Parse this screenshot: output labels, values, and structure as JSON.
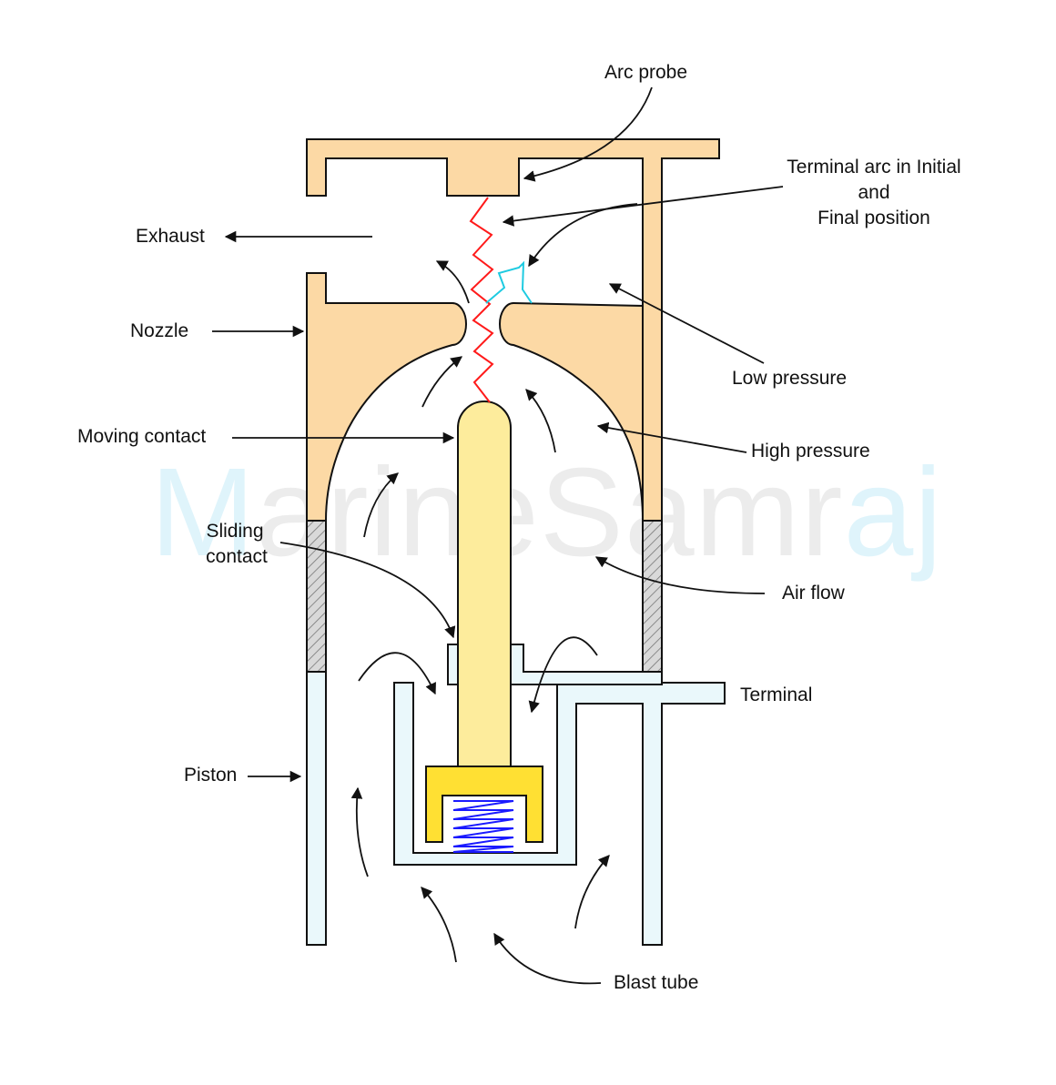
{
  "watermark": {
    "m": "M",
    "arine": "arine",
    "s": "Sam",
    "r": "r",
    "aj": "aj"
  },
  "labels": {
    "arc_probe": "Arc probe",
    "terminal_arc_line1": "Terminal arc in Initial",
    "terminal_arc_line2": "and",
    "terminal_arc_line3": "Final position",
    "exhaust": "Exhaust",
    "nozzle": "Nozzle",
    "low_pressure": "Low pressure",
    "moving_contact": "Moving contact",
    "high_pressure": "High pressure",
    "sliding_contact_line1": "Sliding",
    "sliding_contact_line2": "contact",
    "air_flow": "Air flow",
    "terminal": "Terminal",
    "piston": "Piston",
    "blast_tube": "Blast tube"
  },
  "colors": {
    "nozzle_fill": "#fcd9a5",
    "tube_fill": "#eaf8fb",
    "contact_fill": "#fdec9c",
    "cap_fill": "#ffe033",
    "spring": "#1a1aff",
    "arc_initial": "#ff1a1a",
    "arc_final": "#1ecbe1",
    "outline": "#111111"
  }
}
